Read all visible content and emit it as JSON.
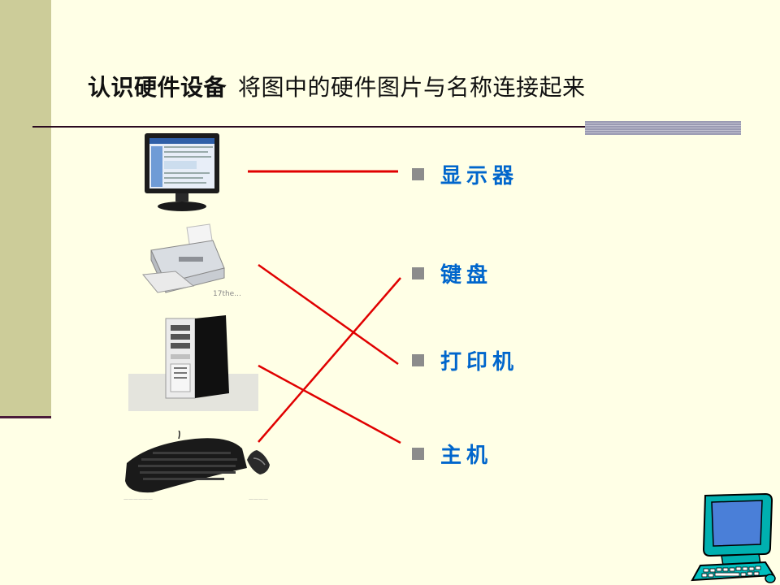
{
  "slide": {
    "title_bold": "认识硬件设备",
    "title_instruction": "将图中的硬件图片与名称连接起来"
  },
  "labels": [
    {
      "text": "显示器"
    },
    {
      "text": "键盘"
    },
    {
      "text": "打印机"
    },
    {
      "text": "主机"
    }
  ],
  "images": [
    {
      "name": "monitor-image",
      "depicts": "monitor"
    },
    {
      "name": "printer-image",
      "depicts": "printer"
    },
    {
      "name": "computer-case-image",
      "depicts": "computer case"
    },
    {
      "name": "keyboard-image",
      "depicts": "keyboard and mouse"
    }
  ],
  "connections": [
    {
      "from": "monitor",
      "to": "显示器"
    },
    {
      "from": "printer",
      "to": "打印机"
    },
    {
      "from": "computer case",
      "to": "主机"
    },
    {
      "from": "keyboard",
      "to": "键盘"
    }
  ],
  "colors": {
    "background": "#ffffe6",
    "sidebar": "#cccc99",
    "label_text": "#0066cc",
    "connector_line": "#e00000",
    "bullet": "#8c8c8c"
  }
}
